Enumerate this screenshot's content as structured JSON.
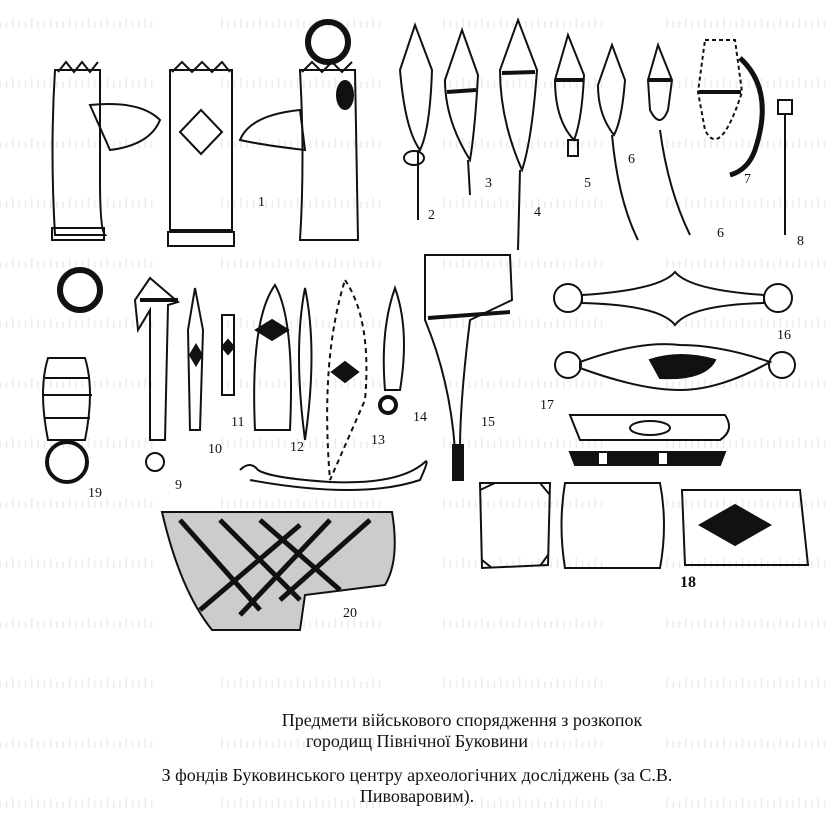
{
  "watermark": "artifactidentification.com.ua",
  "figure_labels": [
    "1",
    "2",
    "3",
    "4",
    "5",
    "6",
    "6",
    "7",
    "8",
    "9",
    "10",
    "11",
    "12",
    "13",
    "14",
    "15",
    "16",
    "17",
    "18",
    "19",
    "20"
  ],
  "caption": {
    "line1": "Предмети військового спорядження з розкопок",
    "line2": "городищ Північної Буковини",
    "line3": "З фондів Буковинського центру археологічних досліджень (за С.В.",
    "line4": "Пивоваровим)."
  }
}
